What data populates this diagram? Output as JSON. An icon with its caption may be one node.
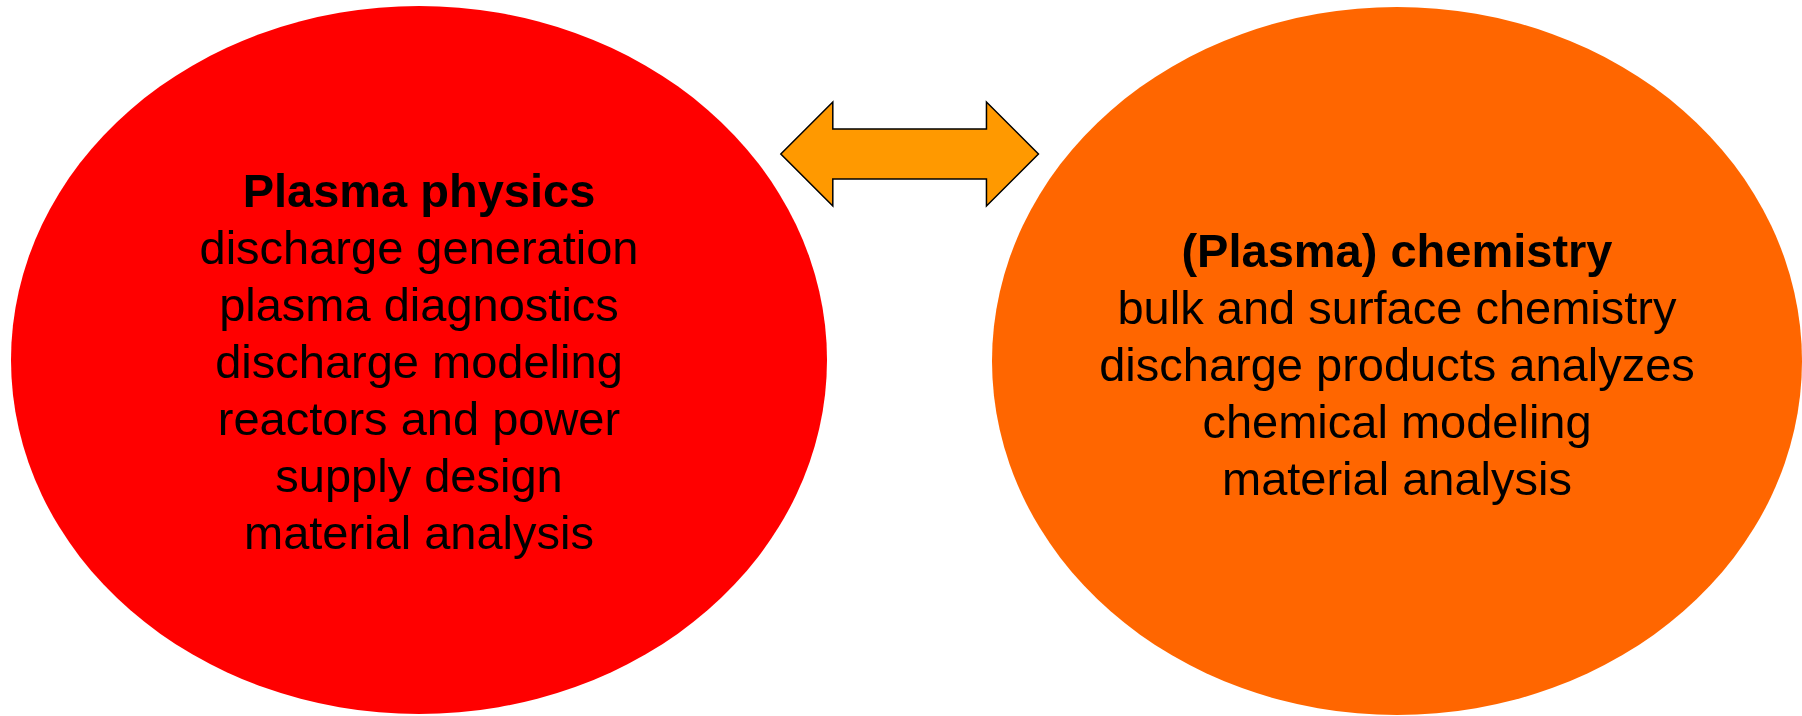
{
  "diagram": {
    "nodes": [
      {
        "text": [
          "Plasma physics",
          "discharge generation",
          "plasma diagnostics",
          "discharge modeling",
          "reactors and power supply design",
          "material analysis"
        ]
      },
      {
        "text": [
          "(Plasma) chemistry",
          "bulk and surface chemistry",
          "discharge products analyzes",
          "chemical modeling",
          "material analysis"
        ]
      }
    ],
    "edges": [
      {
        "from": 0,
        "to": 1,
        "arrow": "both"
      }
    ]
  }
}
